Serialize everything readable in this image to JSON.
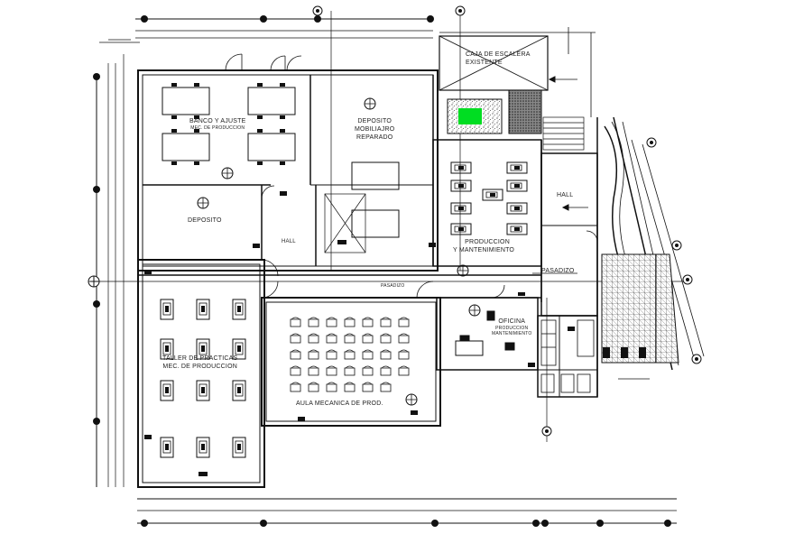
{
  "rooms": {
    "banco_ajuste": {
      "line1": "BANCO Y AJUSTE",
      "line2": "MEC. DE PRODUCCION"
    },
    "deposito_mobiliario": {
      "line1": "DEPOSITO",
      "line2": "MOBILIAJRO",
      "line3": "REPARADO"
    },
    "deposito": "DEPOSITO",
    "hall_left": "HALL",
    "hall_right": "HALL",
    "produccion": {
      "line1": "PRODUCCION",
      "line2": "Y MANTENIMIENTO"
    },
    "caja_escalera": {
      "line1": "CAJA DE ESCALERA",
      "line2": "EXISTENTE"
    },
    "pasadizo_center": "PASADIZO",
    "pasadizo_right": "PASADIZO",
    "oficina": {
      "line1": "OFICINA",
      "line2": "PRODUCCION",
      "line3": "MANTENIMIENTO"
    },
    "taller": {
      "line1": "TALLER DE PRACTICAS",
      "line2": "MEC. DE PRODUCCION"
    },
    "aula": "AULA MECANICA DE PROD."
  },
  "colors": {
    "line": "#111111",
    "hatch": "#555555",
    "green_fill": "#00dd22",
    "floor_pattern": "#444444"
  }
}
